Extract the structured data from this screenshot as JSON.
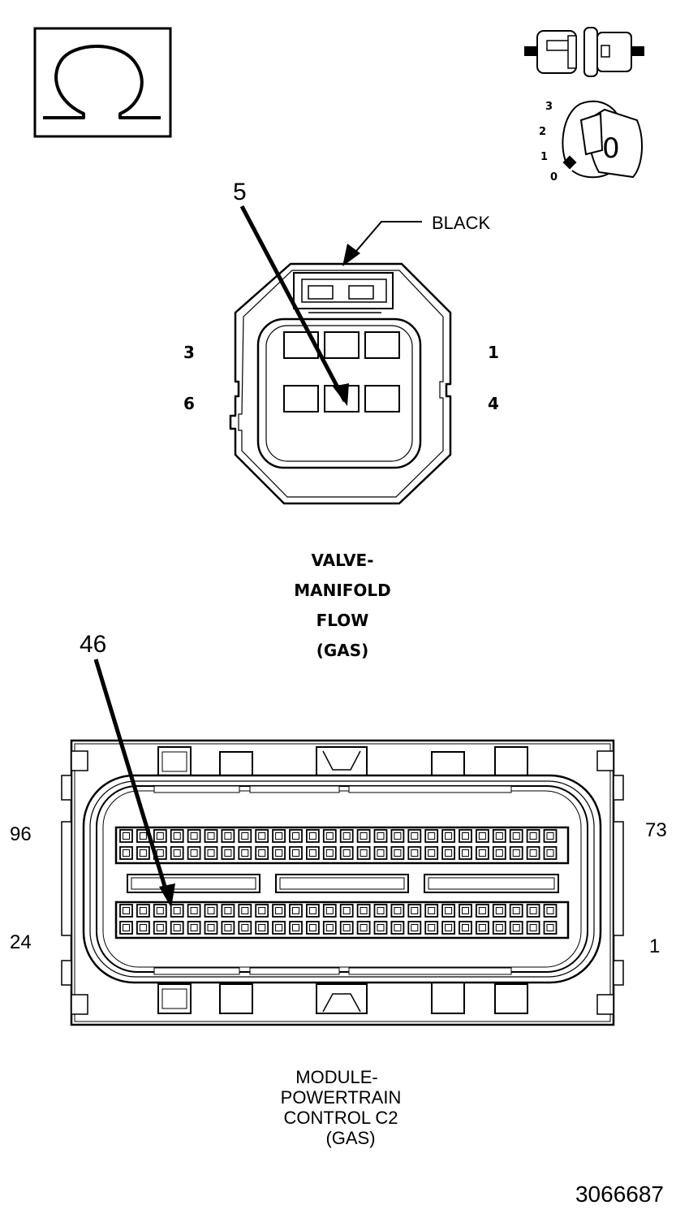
{
  "icons": {
    "ohmmeter": "ohm-icon",
    "connector": "connector-disconnected-icon",
    "ignition": "ignition-key-off-icon"
  },
  "ignition_positions": [
    "3",
    "2",
    "1",
    "0"
  ],
  "ignition_key_label": "0",
  "connector_1": {
    "pin_callout": "5",
    "color_label": "BLACK",
    "pin_numbers": {
      "top_left": "3",
      "top_right": "1",
      "bottom_left": "6",
      "bottom_right": "4"
    },
    "name_lines": [
      "VALVE-",
      "MANIFOLD",
      "FLOW",
      "(GAS)"
    ]
  },
  "connector_2": {
    "pin_callout": "46",
    "pin_numbers": {
      "top_left": "96",
      "top_right": "73",
      "bottom_left": "24",
      "bottom_right": "1"
    },
    "name_lines": [
      "MODULE-",
      "POWERTRAIN",
      "CONTROL C2",
      "(GAS)"
    ]
  },
  "figure_number": "3066687"
}
